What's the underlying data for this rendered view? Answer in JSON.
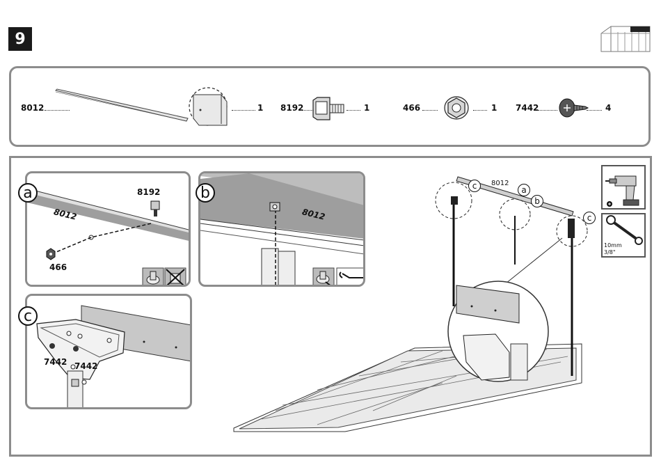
{
  "step": {
    "number": "9"
  },
  "parts": [
    {
      "code": "8012",
      "qty": "1",
      "icon": "rail-profile-icon"
    },
    {
      "code": "8192",
      "qty": "1",
      "icon": "bolt-icon"
    },
    {
      "code": "466",
      "qty": "1",
      "icon": "nut-icon"
    },
    {
      "code": "7442",
      "qty": "4",
      "icon": "screw-icon"
    }
  ],
  "panel_a": {
    "letter": "a",
    "rail_label": "8012",
    "bolt_label": "8192",
    "nut_label": "466"
  },
  "panel_b": {
    "letter": "b",
    "rail_label": "8012"
  },
  "panel_c": {
    "letter": "c",
    "screw_label_1": "7442",
    "screw_label_2": "7442"
  },
  "overview": {
    "rail_label": "8012",
    "callout_a": "a",
    "callout_b": "b",
    "callout_c1": "c",
    "callout_c2": "c"
  },
  "tools": {
    "wrench_size": "10mm",
    "wrench_size_imperial": "3/8\""
  }
}
